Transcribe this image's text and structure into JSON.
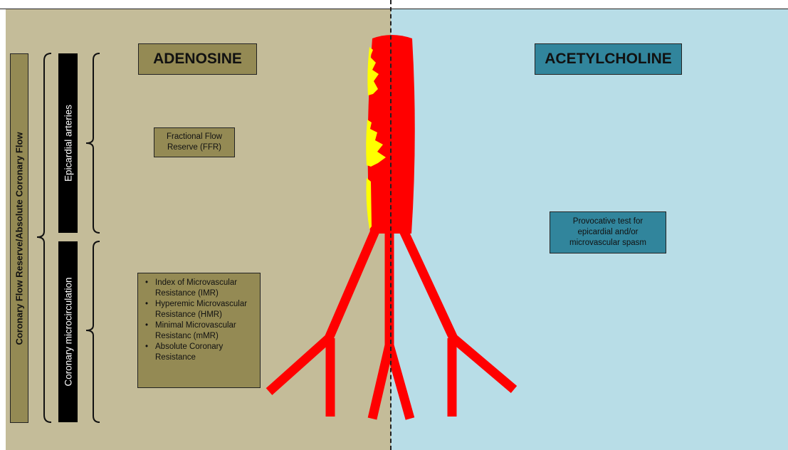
{
  "colors": {
    "left_panel": "#c4bc99",
    "right_panel": "#b8dde7",
    "olive_box": "#948a54",
    "teal_box": "#31859c",
    "vessel": "#ff0000",
    "plaque": "#ffff00"
  },
  "left_header": "ADENOSINE",
  "right_header": "ACETYLCHOLINE",
  "side_labels": {
    "outer": "Coronary Flow Reserve/Absolute Coronary Flow",
    "epicardial": "Epicardial arteries",
    "microcirculation": "Coronary microcirculation"
  },
  "ffr": "Fractional Flow Reserve (FFR)",
  "microvascular_indices": [
    "Index of Microvascular Resistance (IMR)",
    "Hyperemic Microvascular Resistance (HMR)",
    "Minimal Microvascular Resistanc (mMR)",
    "Absolute Coronary Resistance"
  ],
  "provocative_test": "Provocative test for epicardial and/or microvascular spasm"
}
